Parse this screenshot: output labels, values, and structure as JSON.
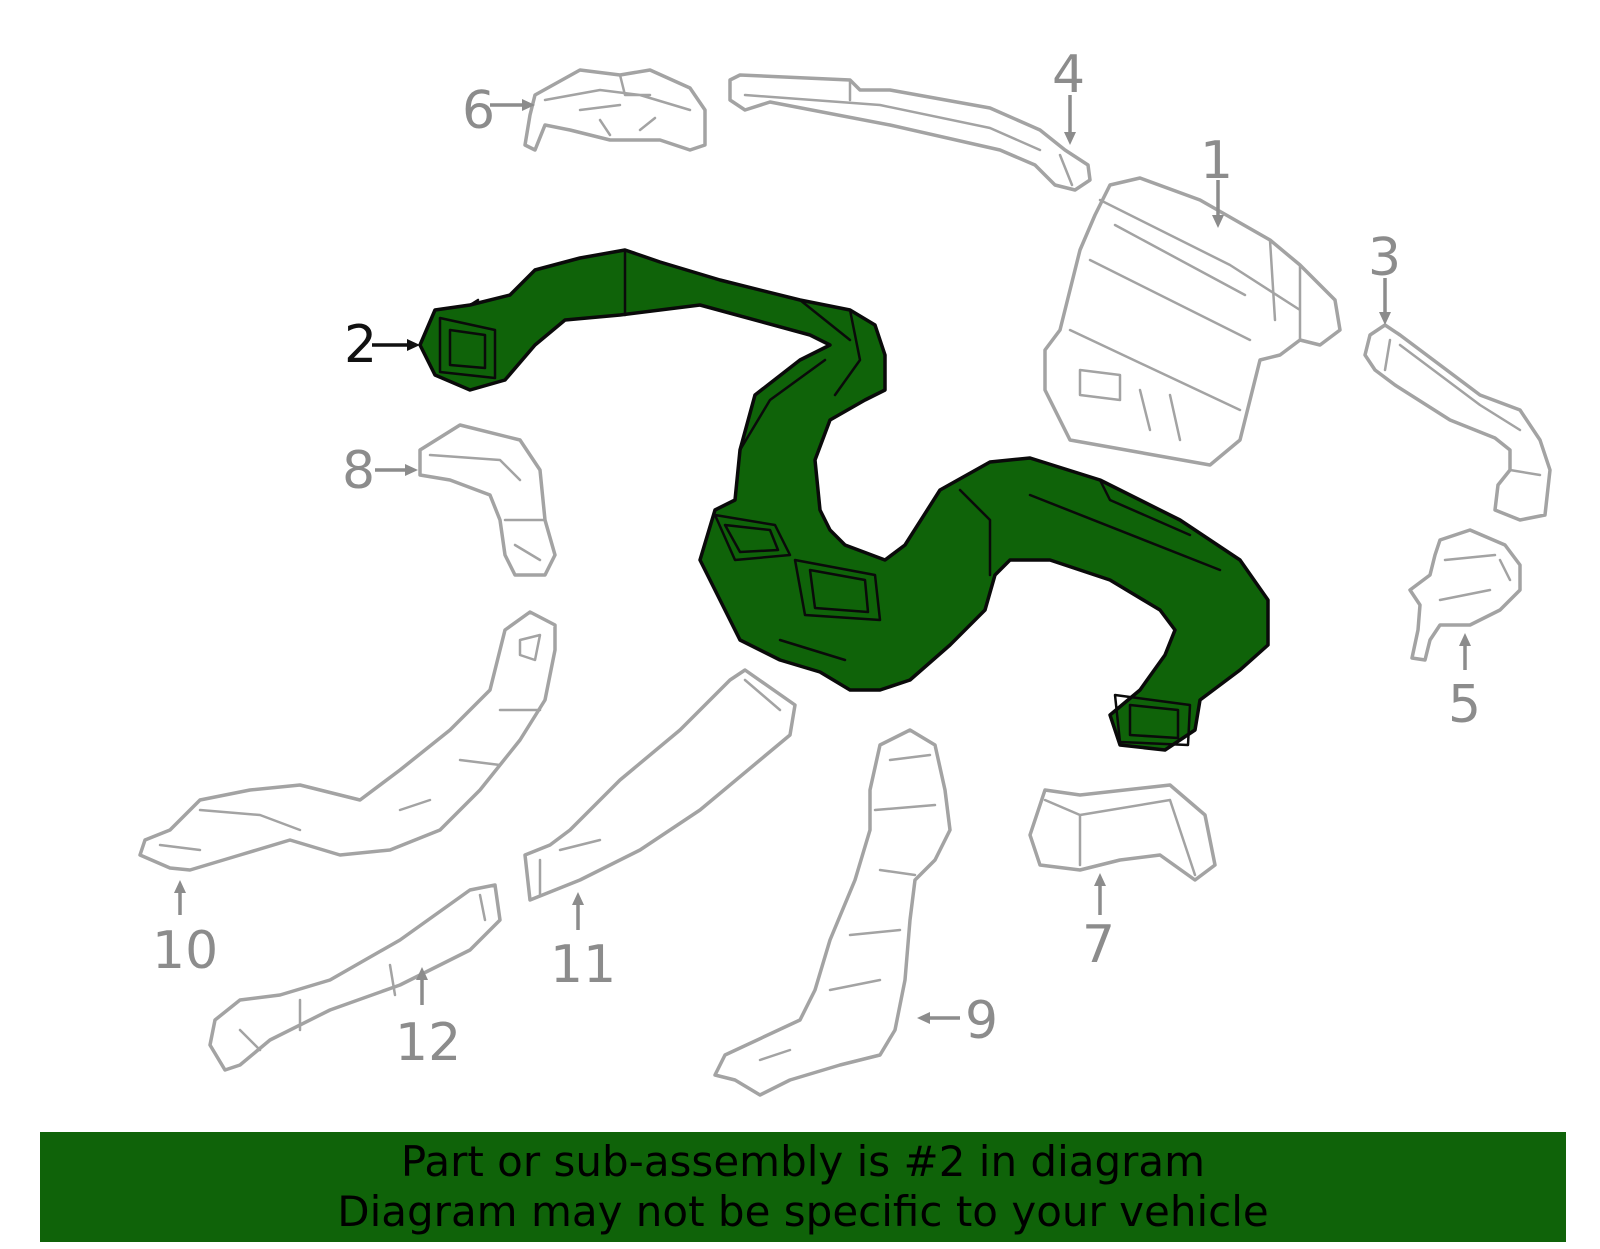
{
  "diagram": {
    "highlight_color": "#0f6309",
    "part_color": "#a3a3a3",
    "callouts": [
      {
        "id": "1",
        "label": "1"
      },
      {
        "id": "2",
        "label": "2",
        "highlighted": true
      },
      {
        "id": "3",
        "label": "3"
      },
      {
        "id": "4",
        "label": "4"
      },
      {
        "id": "5",
        "label": "5"
      },
      {
        "id": "6",
        "label": "6"
      },
      {
        "id": "7",
        "label": "7"
      },
      {
        "id": "8",
        "label": "8"
      },
      {
        "id": "9",
        "label": "9"
      },
      {
        "id": "10",
        "label": "10"
      },
      {
        "id": "11",
        "label": "11"
      },
      {
        "id": "12",
        "label": "12"
      }
    ]
  },
  "banner": {
    "line1": "Part or sub-assembly is #2 in diagram",
    "line2": "Diagram may not be specific to your vehicle"
  }
}
